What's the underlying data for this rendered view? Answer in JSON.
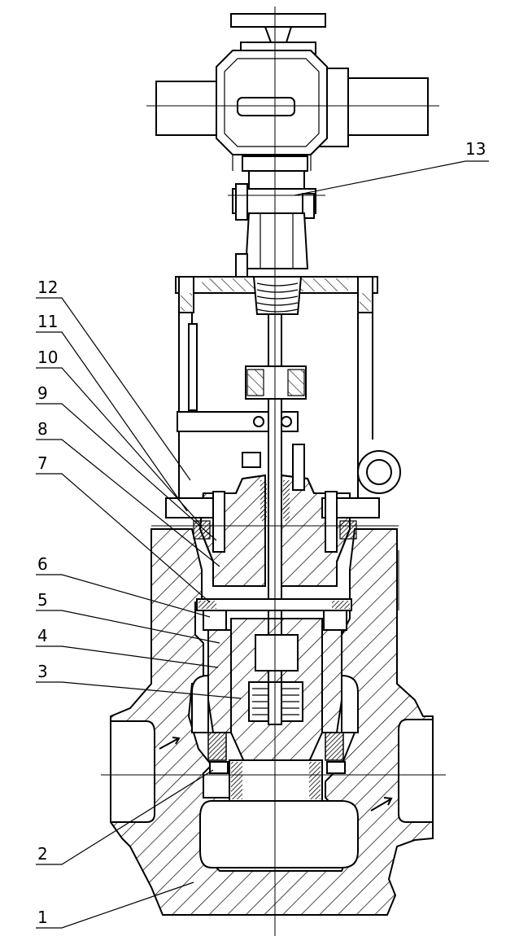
{
  "callouts": [
    {
      "id": "1",
      "label": "1"
    },
    {
      "id": "2",
      "label": "2"
    },
    {
      "id": "3",
      "label": "3"
    },
    {
      "id": "4",
      "label": "4"
    },
    {
      "id": "5",
      "label": "5"
    },
    {
      "id": "6",
      "label": "6"
    },
    {
      "id": "7",
      "label": "7"
    },
    {
      "id": "8",
      "label": "8"
    },
    {
      "id": "9",
      "label": "9"
    },
    {
      "id": "10",
      "label": "10"
    },
    {
      "id": "11",
      "label": "11"
    },
    {
      "id": "12",
      "label": "12"
    },
    {
      "id": "13",
      "label": "13"
    }
  ],
  "style": {
    "line_color": "#000000",
    "background": "#ffffff"
  }
}
